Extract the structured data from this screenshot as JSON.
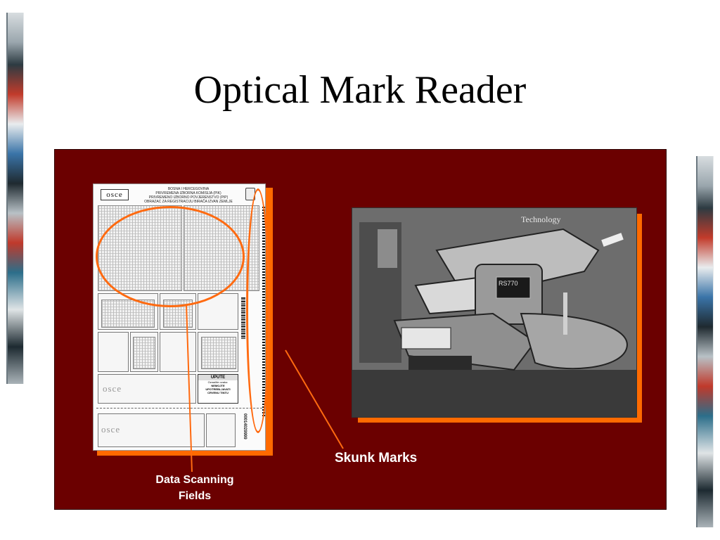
{
  "slide": {
    "title": "Optical Mark Reader"
  },
  "form": {
    "logo_text": "osce",
    "header_lines": [
      "BOSNA I HERCEGOVINA",
      "PRIVREMENA IZBORNA KOMISIJA (PIK)",
      "PRIVREMENO IZBORNO POVJERENSTVO (PIP)",
      "OBRAZAC ZA REGISTRACIJU BIRAČA IZVAN ZEMLJE"
    ],
    "upute_title": "UPUTE",
    "upute_lines": [
      "Označite ovako:",
      "NEMOJTE",
      "UPOTREBLJAVATI",
      "CRVENU TINTU"
    ],
    "lower_logo_text": "osce",
    "serial_number": "00014029999"
  },
  "photo": {
    "sign_text": "Technology",
    "device_display": "RS770"
  },
  "captions": {
    "skunk_marks": "Skunk Marks",
    "data_scanning_line1": "Data Scanning",
    "data_scanning_line2": "Fields"
  },
  "colors": {
    "panel_bg": "#6b0000",
    "accent_orange": "#ff6a00",
    "caption_text": "#ffffff",
    "title_text": "#000000"
  }
}
